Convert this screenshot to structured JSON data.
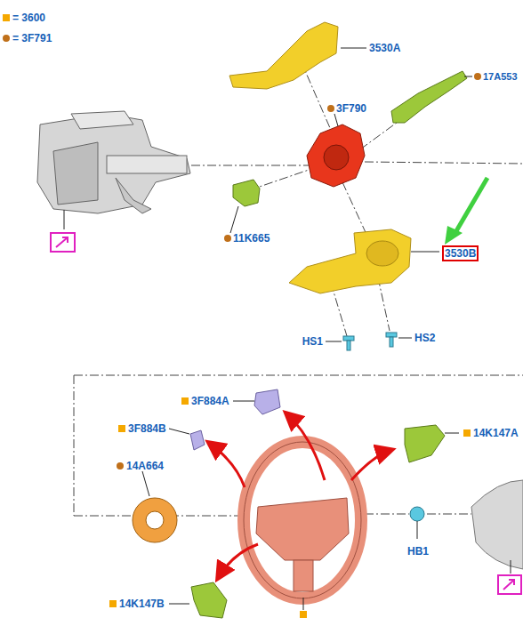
{
  "diagram": {
    "nodes": [
      {
        "text": [
          "3530B"
        ]
      }
    ],
    "labels": [
      "3530A",
      "17A553",
      "3F790",
      "11K665",
      "HS1",
      "HS2",
      "3F884A",
      "3F884B",
      "14A664",
      "14K147A",
      "HB1",
      "14K147B"
    ],
    "legend": [
      {
        "text": "= 3600",
        "color": "#f5a800"
      },
      {
        "text": "= 3F791",
        "color": "#c0701a"
      }
    ]
  }
}
